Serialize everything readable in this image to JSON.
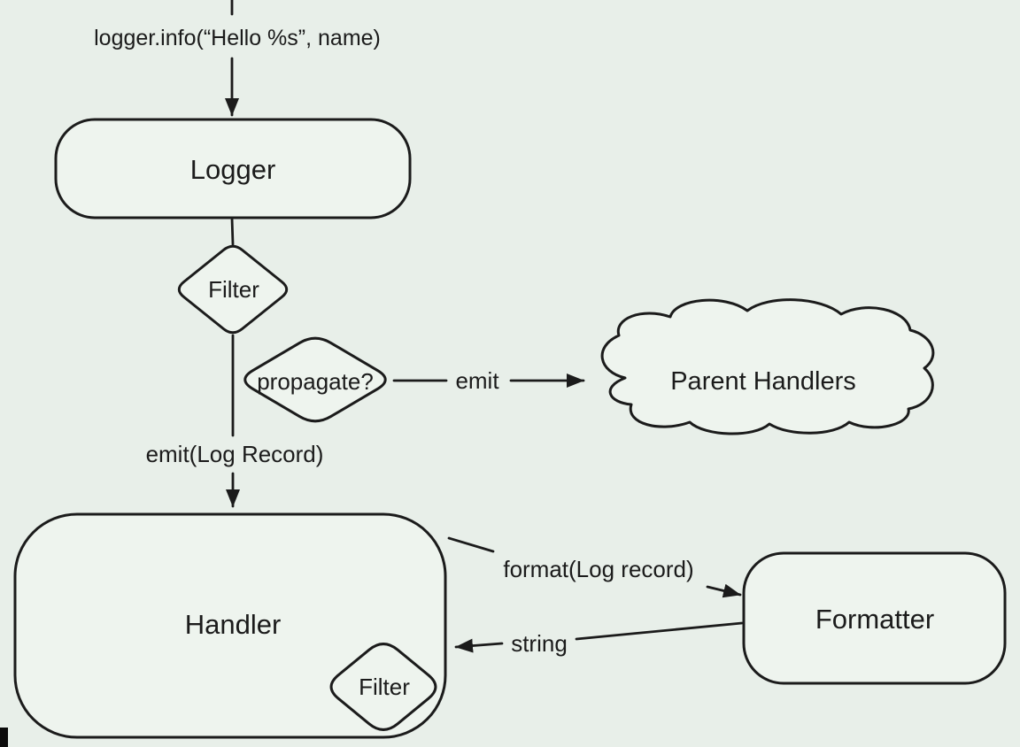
{
  "colors": {
    "background": "#e8efe9",
    "shape_fill": "#eef4ee",
    "ink": "#1b1b1b"
  },
  "diagram": {
    "entry_call": {
      "label": "logger.info(“Hello %s”, name)"
    },
    "nodes": {
      "logger": {
        "label": "Logger"
      },
      "logger_filter": {
        "label": "Filter"
      },
      "propagate": {
        "label": "propagate?"
      },
      "parent_handlers": {
        "label": "Parent Handlers"
      },
      "handler": {
        "label": "Handler"
      },
      "handler_filter": {
        "label": "Filter"
      },
      "formatter": {
        "label": "Formatter"
      }
    },
    "edges": {
      "emit_to_parent": {
        "label": "emit"
      },
      "emit_log_record": {
        "label": "emit(Log Record)"
      },
      "format_call": {
        "label": "format(Log record)"
      },
      "string_return": {
        "label": "string"
      }
    }
  }
}
